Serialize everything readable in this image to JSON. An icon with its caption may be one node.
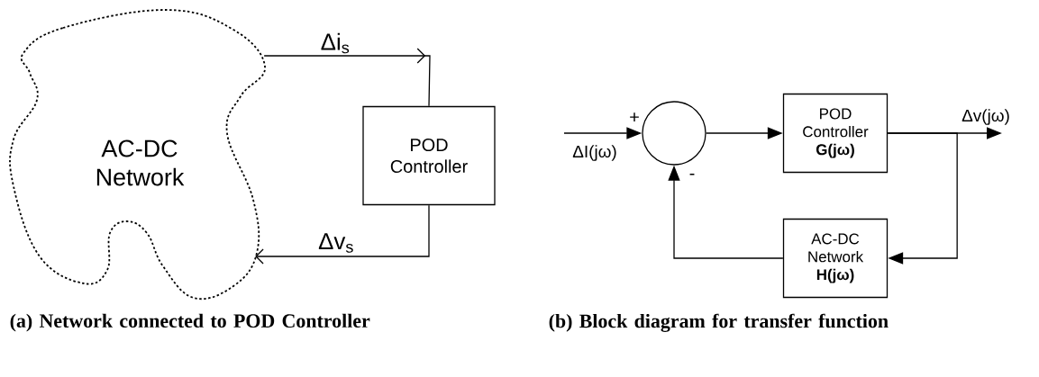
{
  "diagram": {
    "nodes": [
      {
        "text": [
          "AC-DC Network"
        ]
      },
      {
        "text": [
          "POD Controller"
        ]
      },
      {
        "text": [],
        "shape": "circle"
      },
      {
        "text": [
          "POD Controller",
          "G(jω)"
        ]
      },
      {
        "text": [
          "AC-DC Network",
          "H(jω)"
        ]
      }
    ],
    "edges": [
      {
        "from": 0,
        "to": 1,
        "arrow": "to",
        "label": "Δi$_{s}$"
      },
      {
        "from": 1,
        "to": 0,
        "arrow": "to",
        "label": "Δv$_{s}$"
      },
      {
        "from": null,
        "to": 2,
        "arrow": "to",
        "label": "ΔI(jω)"
      },
      {
        "from": 2,
        "to": 3,
        "arrow": "to"
      },
      {
        "from": 3,
        "to": null,
        "arrow": "to",
        "label": "Δv(jω)"
      },
      {
        "from": 3,
        "to": 4,
        "arrow": "to"
      },
      {
        "from": 4,
        "to": 2,
        "arrow": "to"
      }
    ],
    "labels": [
      "+",
      "-",
      "(a) Network connected to POD Controller",
      "(b) Block diagram for transfer function"
    ]
  }
}
